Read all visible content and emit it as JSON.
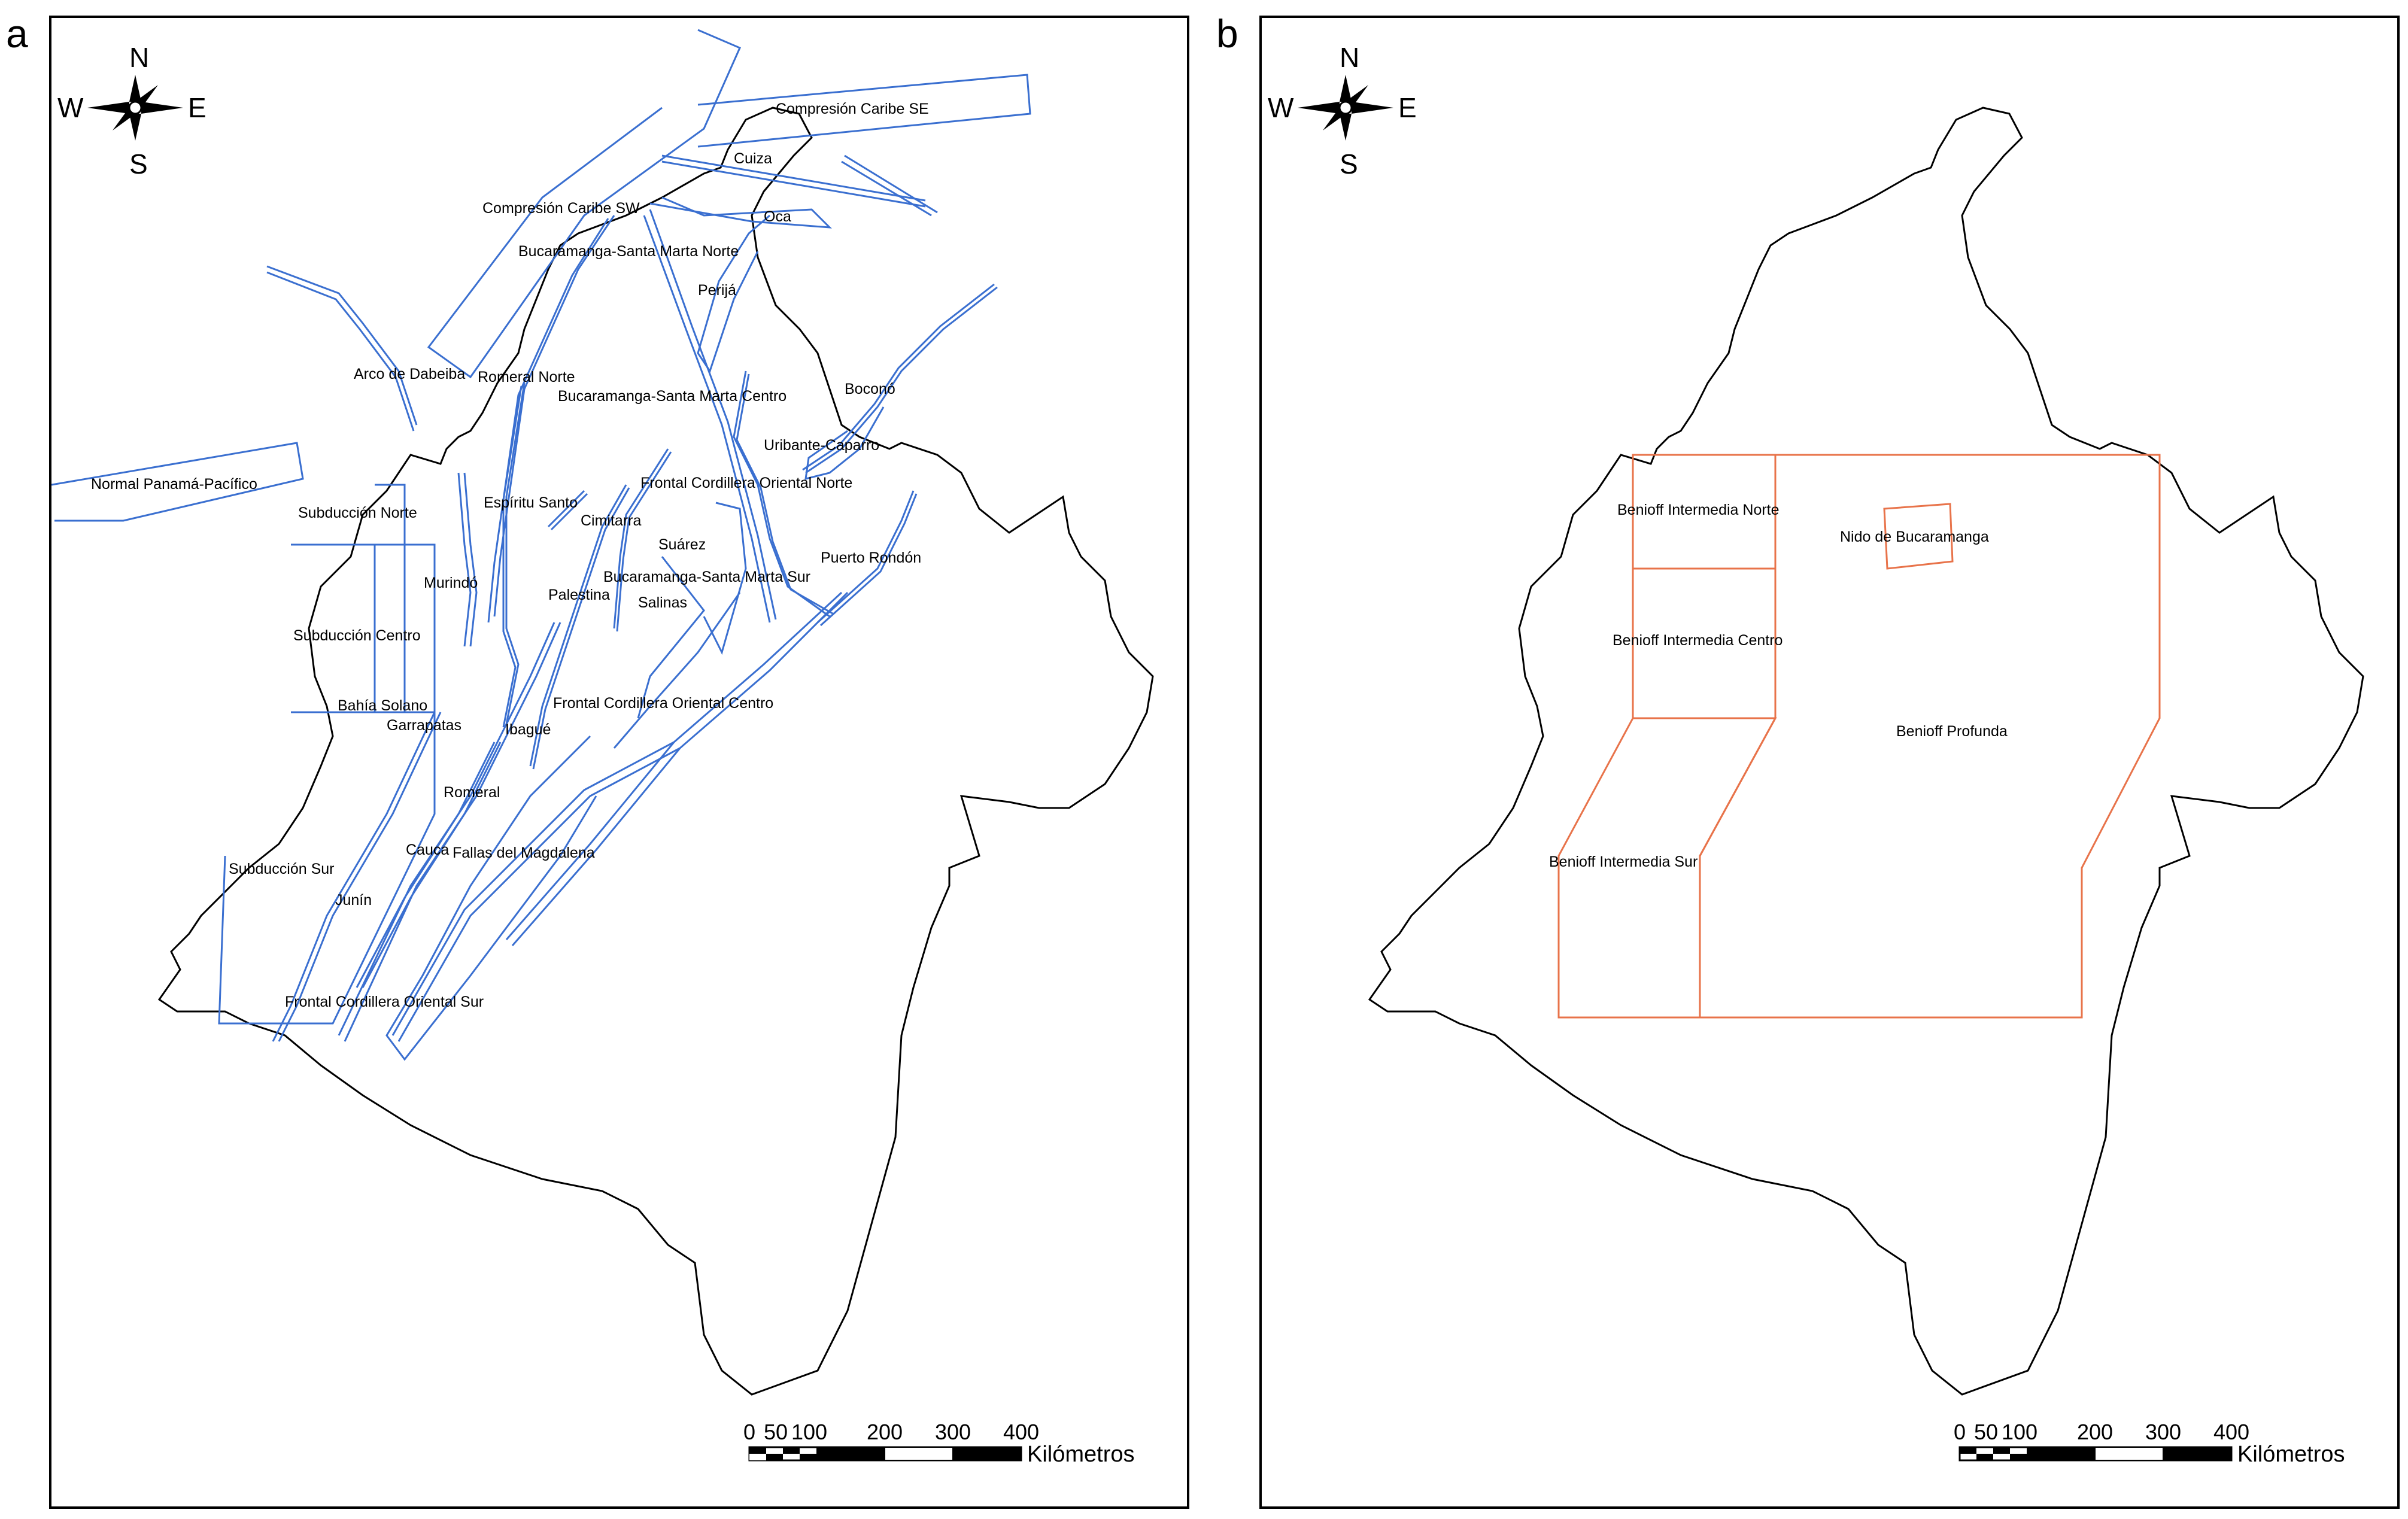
{
  "panels": [
    {
      "letter": "a",
      "labels": [
        "Compresión Caribe SE",
        "Cuiza",
        "Compresión Caribe SW",
        "Oca",
        "Bucaramanga-Santa Marta Norte",
        "Perijá",
        "Arco de Dabeiba",
        "Romeral Norte",
        "Bucaramanga-Santa Marta Centro",
        "Boconó",
        "Uribante-Caparro",
        "Normal Panamá-Pacífico",
        "Frontal Cordillera Oriental Norte",
        "Espíritu Santo",
        "Subducción Norte",
        "Cimitarra",
        "Suárez",
        "Puerto Rondón",
        "Murindó",
        "Bucaramanga-Santa Marta Sur",
        "Palestina",
        "Salinas",
        "Subducción Centro",
        "Frontal Cordillera Oriental Centro",
        "Bahía Solano",
        "Garrapatas",
        "Ibagué",
        "Romeral",
        "Cauca",
        "Fallas del Magdalena",
        "Subducción Sur",
        "Junín",
        "Frontal Cordillera Oriental Sur"
      ]
    },
    {
      "letter": "b",
      "labels": [
        "Benioff Intermedia Norte",
        "Nido de Bucaramanga",
        "Benioff Intermedia Centro",
        "Benioff Profunda",
        "Benioff Intermedia Sur"
      ]
    }
  ],
  "compass": {
    "north": "N",
    "south": "S",
    "east": "E",
    "west": "W"
  },
  "scale_bar": {
    "ticks": [
      "0",
      "50",
      "100",
      "200",
      "300",
      "400"
    ],
    "unit": "Kilómetros"
  },
  "colors": {
    "faults": "#3a6fd0",
    "zones": "#e8734a",
    "outline": "#000000"
  }
}
